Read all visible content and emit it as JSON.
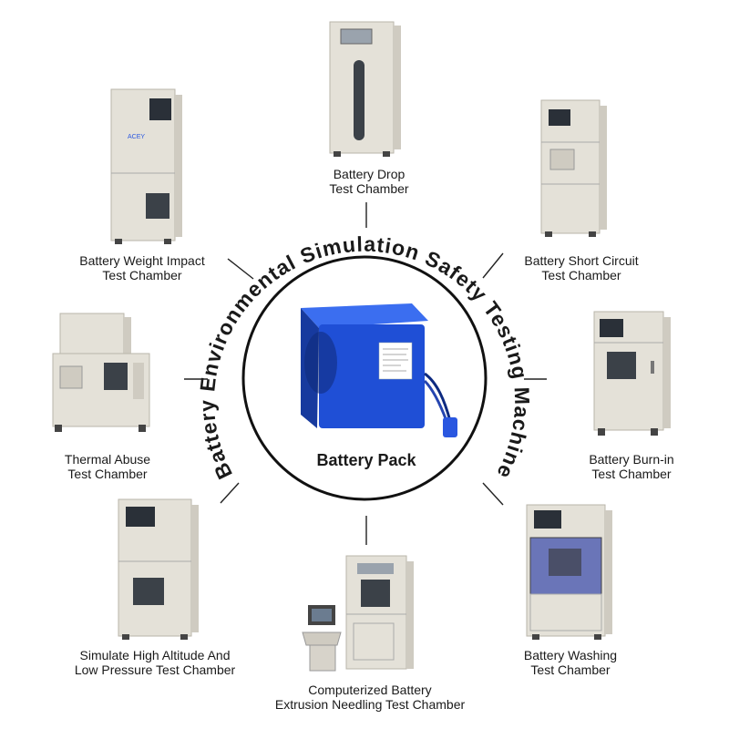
{
  "title_arc": "Battery Environmental Simulation Safety Testing Machine",
  "center_label": "Battery Pack",
  "brand": "ACEY",
  "chambers": [
    {
      "id": "drop",
      "line1": "Battery Drop",
      "line2": "Test Chamber"
    },
    {
      "id": "short-circuit",
      "line1": "Battery Short Circuit",
      "line2": "Test Chamber"
    },
    {
      "id": "burn-in",
      "line1": "Battery Burn-in",
      "line2": "Test Chamber"
    },
    {
      "id": "washing",
      "line1": "Battery Washing",
      "line2": "Test Chamber"
    },
    {
      "id": "extrusion",
      "line1": "Computerized Battery",
      "line2": "Extrusion Needling Test Chamber"
    },
    {
      "id": "altitude",
      "line1": "Simulate High Altitude And",
      "line2": "Low Pressure Test Chamber"
    },
    {
      "id": "thermal",
      "line1": "Thermal Abuse",
      "line2": "Test Chamber"
    },
    {
      "id": "weight",
      "line1": "Battery Weight Impact",
      "line2": "Test Chamber"
    }
  ],
  "colors": {
    "battery": "#1f4fd6",
    "battery_dark": "#173a9e",
    "cabinet": "#e4e1d8",
    "cabinet_shade": "#cfcbc1",
    "connector": "#2a57e0"
  }
}
